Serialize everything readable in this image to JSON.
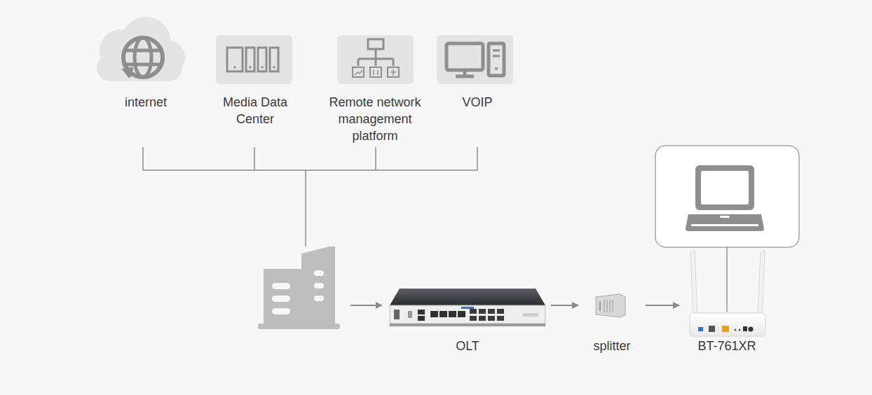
{
  "diagram": {
    "nodes": [
      {
        "text": [
          "internet"
        ]
      },
      {
        "text": [
          "Media Data Center"
        ]
      },
      {
        "text": [
          "Remote network management platform"
        ]
      },
      {
        "text": [
          "VOIP"
        ]
      },
      {
        "text": [
          "OLT"
        ]
      },
      {
        "text": [
          "splitter"
        ]
      },
      {
        "text": [
          "BT-761XR"
        ]
      }
    ],
    "edges": [
      {
        "from": 4,
        "to": 5,
        "arrow": "to"
      },
      {
        "from": 5,
        "to": 6,
        "arrow": "to"
      }
    ]
  }
}
